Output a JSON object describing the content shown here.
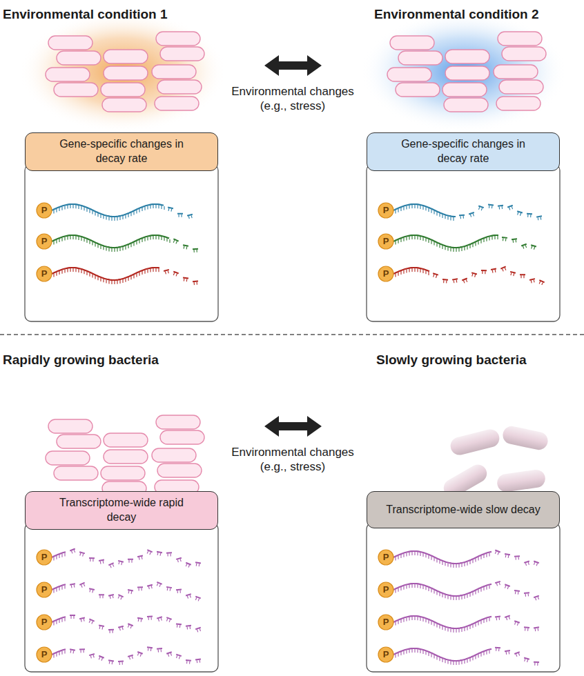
{
  "diagram": {
    "nodes": [
      {
        "text": [
          "Gene-specific changes in decay rate"
        ]
      },
      {
        "text": [
          "Gene-specific changes in decay rate"
        ]
      },
      {
        "text": [
          "Transcriptome-wide rapid decay"
        ]
      },
      {
        "text": [
          "Transcriptome-wide slow decay"
        ]
      }
    ],
    "labels": [
      "Environmental condition 1",
      "Environmental condition 2",
      "Environmental changes (e.g., stress)",
      "P",
      "P",
      "P",
      "P",
      "P",
      "P",
      "Rapidly growing bacteria",
      "Slowly growing bacteria",
      "Environmental changes (e.g., stress)",
      "P",
      "P",
      "P",
      "P",
      "P",
      "P",
      "P",
      "P"
    ]
  }
}
